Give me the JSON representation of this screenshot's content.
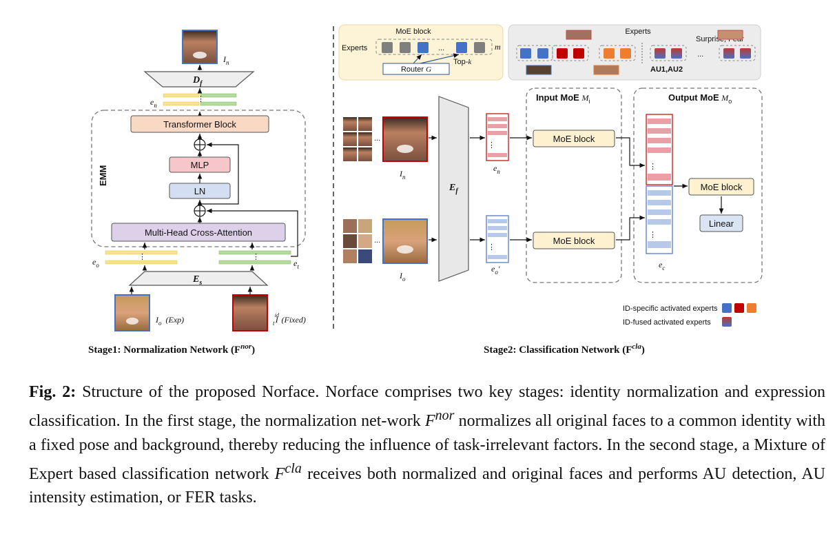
{
  "stage1": {
    "title": "Stage1: Normalization Network (F",
    "title_sup": "nor",
    "title_end": ")",
    "decoder": "D",
    "decoder_sub": "f",
    "encoder": "E",
    "encoder_sub": "s",
    "emm": "EMM",
    "transformer": "Transformer Block",
    "mlp": "MLP",
    "ln": "LN",
    "mhca": "Multi-Head Cross-Attention",
    "e_n": "e",
    "e_n_sub": "n",
    "e_o": "e",
    "e_o_sub": "o",
    "e_t": "e",
    "e_t_sub": "t",
    "I_n": "I",
    "I_n_sub": "n",
    "I_o": "I",
    "I_o_sub": "o",
    "I_o_note": "(Exp)",
    "I_t": "I",
    "I_t_sub": "t",
    "I_t_sup": "id",
    "I_t_note": "(Fixed)"
  },
  "stage2": {
    "title": "Stage2: Classification Network (F",
    "title_sup": "cla",
    "title_end": ")",
    "moe_inset_title": "MoE block",
    "experts_label": "Experts",
    "dots": "...",
    "m": "m",
    "router": "Router",
    "router_var": "G",
    "topk": "Top-",
    "topk_var": "k",
    "experts_title": "Experts",
    "surprise_fear": "Surprise, Fear",
    "au12": "AU1,AU2",
    "encoder": "E",
    "encoder_sub": "f",
    "input_moe": "Input MoE",
    "input_moe_var": "M",
    "input_moe_sub": "i",
    "output_moe": "Output MoE",
    "output_moe_var": "M",
    "output_moe_sub": "o",
    "moe_block": "MoE block",
    "linear": "Linear",
    "e_n": "e",
    "e_n_sub": "n",
    "e_o": "e",
    "e_o_sub": "o",
    "e_o_prime": "′",
    "e_c": "e",
    "e_c_sub": "c",
    "I_n": "I",
    "I_n_sub": "n",
    "I_o": "I",
    "I_o_sub": "o",
    "legend_specific": "ID-specific activated experts",
    "legend_fused": "ID-fused activated experts",
    "ellipsis_v": "⋮"
  },
  "caption": {
    "fig_no": "Fig. 2:",
    "text_1": " Structure of the proposed Norface. Norface comprises two key stages: identity normalization and expression classification. In the first stage, the normalization net-work ",
    "F_nor": "F",
    "nor": "nor",
    "text_2": " normalizes all original faces to a common identity with a fixed pose and background, thereby reducing the influence of task-irrelevant factors. In the second stage, a Mixture of Expert based classification network ",
    "F_cla": "F",
    "cla": "cla",
    "text_3": " receives both normalized and original faces and performs AU detection, AU intensity estimation, or FER tasks."
  },
  "colors": {
    "transformer": "#f9d8c4",
    "mlp": "#f7c6cb",
    "ln": "#d4def2",
    "mhca": "#ddd1ea",
    "moe": "#fdf1cf",
    "linear": "#dbe4f3",
    "blue": "#4472c4",
    "red": "#c00000",
    "orange": "#ed7d31",
    "yellow_bar": "#f6e28f",
    "green_bar": "#b6dba0",
    "pink_bar": "#e8a0a6",
    "lblue_bar": "#b7c9e8"
  }
}
